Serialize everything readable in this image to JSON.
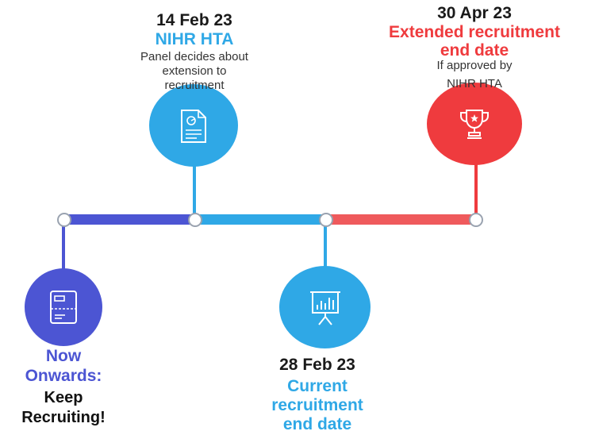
{
  "colors": {
    "purple": "#4c55d3",
    "blue": "#2fa8e6",
    "red": "#ef3b3e"
  },
  "milestones": [
    {
      "id": "now",
      "heading": [
        "Now",
        "Onwards:"
      ],
      "subtext": [
        "Keep",
        "Recruiting!"
      ],
      "icon": "card-icon"
    },
    {
      "id": "panel",
      "date": "14 Feb 23",
      "heading": "NIHR HTA",
      "note": [
        "Panel decides about",
        "extension to",
        "recruitment"
      ],
      "icon": "document-icon"
    },
    {
      "id": "current",
      "date": "28 Feb 23",
      "heading": [
        "Current",
        "recruitment",
        "end date"
      ],
      "icon": "presentation-icon"
    },
    {
      "id": "extended",
      "date": "30 Apr 23",
      "heading": [
        "Extended recruitment",
        "end date"
      ],
      "note": [
        "If approved by",
        "NIHR HTA"
      ],
      "icon": "trophy-icon"
    }
  ]
}
